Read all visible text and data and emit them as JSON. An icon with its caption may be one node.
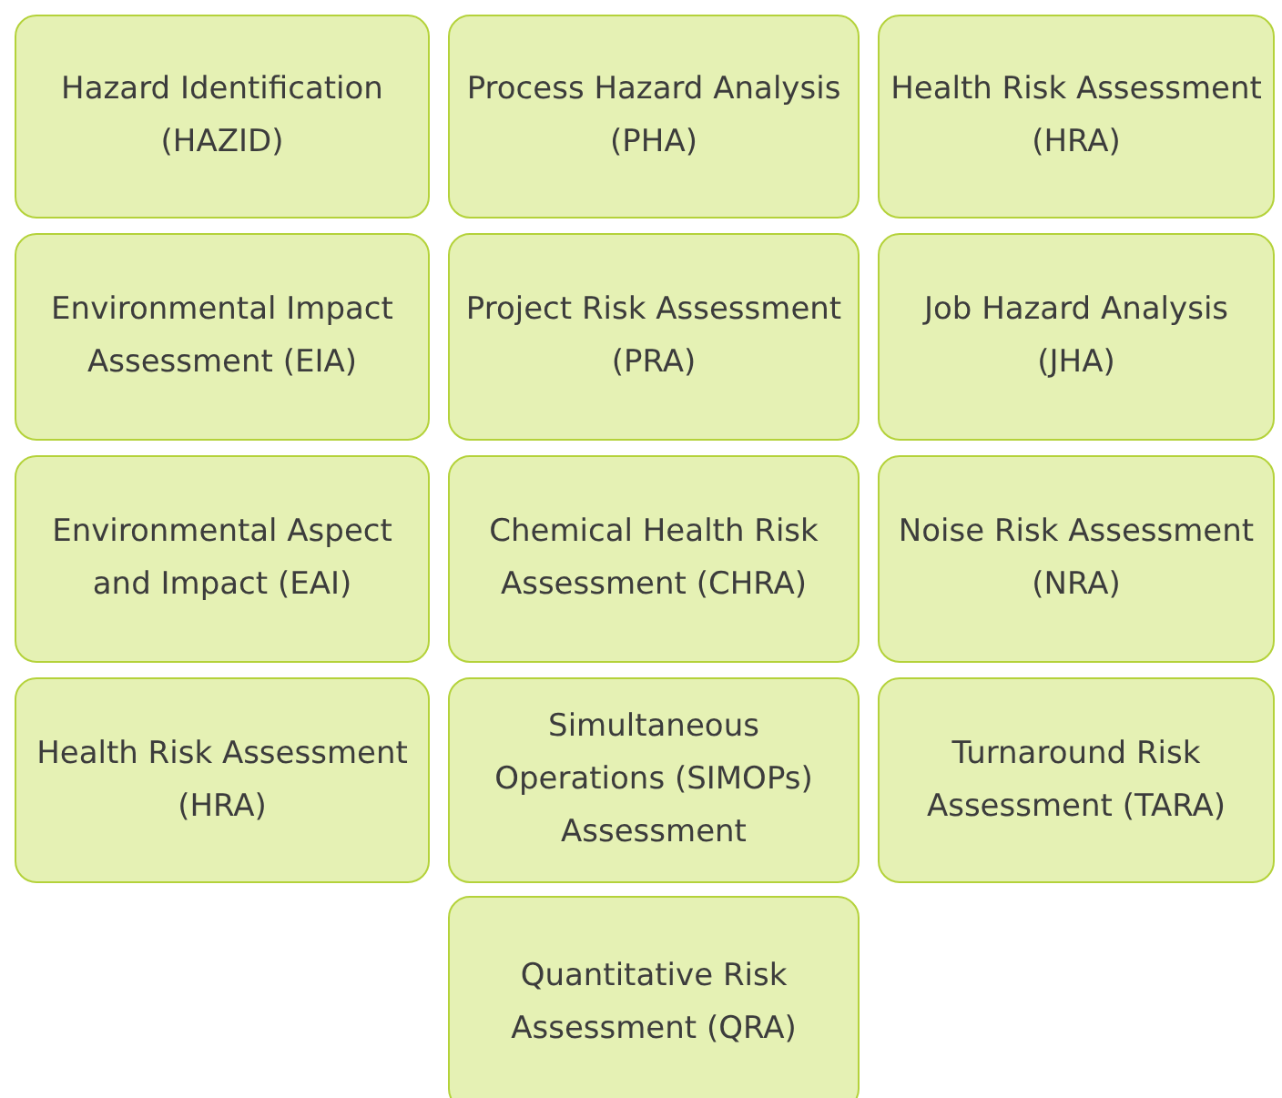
{
  "diagram": {
    "nodes": [
      {
        "text": [
          "Hazard Identification (HAZID)"
        ]
      },
      {
        "text": [
          "Process Hazard Analysis (PHA)"
        ]
      },
      {
        "text": [
          "Health Risk Assessment (HRA)"
        ]
      },
      {
        "text": [
          "Environmental Impact Assessment (EIA)"
        ]
      },
      {
        "text": [
          "Project Risk Assessment (PRA)"
        ]
      },
      {
        "text": [
          "Job Hazard Analysis (JHA)"
        ]
      },
      {
        "text": [
          "Environmental Aspect and Impact (EAI)"
        ]
      },
      {
        "text": [
          "Chemical Health Risk Assessment (CHRA)"
        ]
      },
      {
        "text": [
          "Noise Risk Assessment (NRA)"
        ]
      },
      {
        "text": [
          "Health Risk Assessment (HRA)"
        ]
      },
      {
        "text": [
          "Simultaneous Operations (SIMOPs) Assessment"
        ]
      },
      {
        "text": [
          "Turnaround Risk Assessment (TARA)"
        ]
      },
      {
        "text": [
          "Quantitative Risk Assessment (QRA)"
        ]
      }
    ]
  }
}
